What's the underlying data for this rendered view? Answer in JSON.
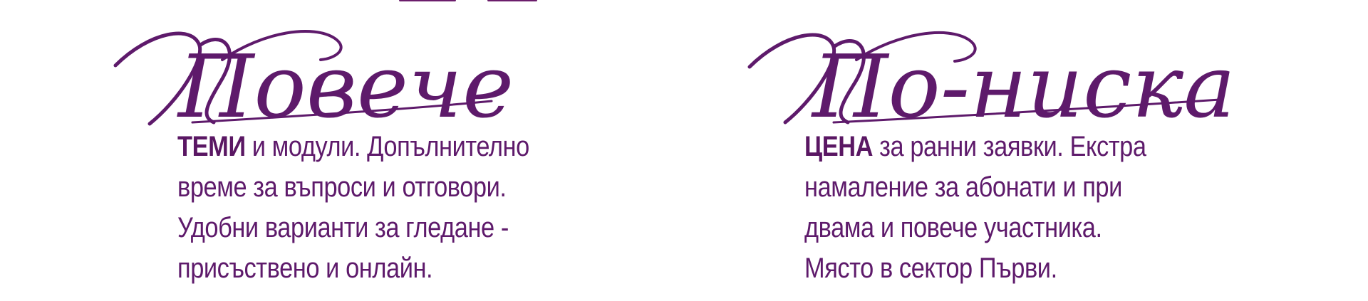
{
  "colors": {
    "accent": "#5e1a6b",
    "background": "#ffffff"
  },
  "left": {
    "script_title": "Повече",
    "lead_bold": "ТЕМИ",
    "line1_rest": " и модули. Допълнително",
    "line2": "време за въпроси и отговори.",
    "line3": "Удобни варианти за гледане -",
    "line4": "присъствено и онлайн."
  },
  "right": {
    "script_title": "По-ниска",
    "lead_bold": "ЦЕНА",
    "line1_rest": " за ранни заявки. Екстра",
    "line2": "намаление за абонати и при",
    "line3": "двама и повече участника.",
    "line4": "Място в сектор Първи."
  }
}
